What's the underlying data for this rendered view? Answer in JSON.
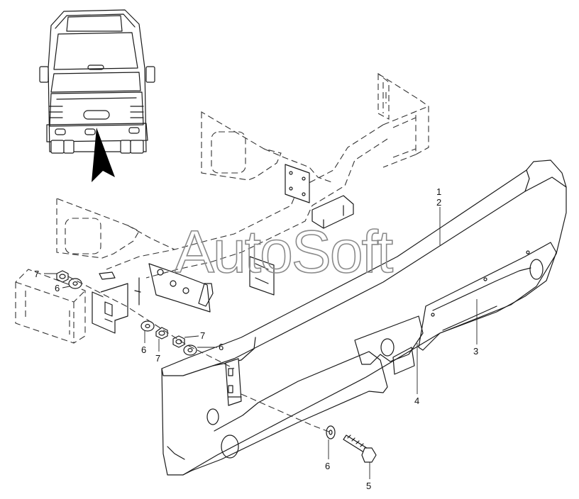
{
  "watermark": "AutoSoft",
  "callouts": {
    "c1": "1",
    "c2": "2",
    "c3": "3",
    "c4": "4",
    "c5": "5",
    "c6a": "6",
    "c6b": "6",
    "c6c": "6",
    "c6d": "6",
    "c7a": "7",
    "c7b": "7",
    "c7c": "7"
  },
  "icons": {
    "view_locator": "truck-front-view-icon",
    "direction_arrow": "arrow-icon"
  }
}
